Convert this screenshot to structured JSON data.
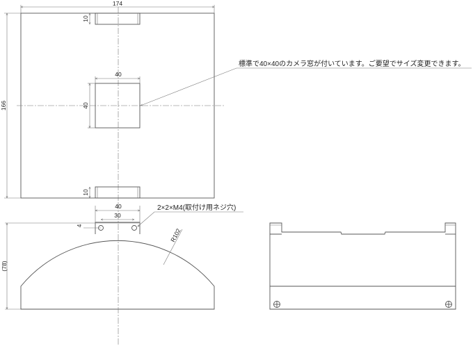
{
  "top_view": {
    "width_dim": "174",
    "height_dim": "166",
    "tab_top_dim": "10",
    "tab_bottom_dim": "10",
    "window_width_dim": "40",
    "window_height_dim": "40",
    "note": "標準で40×40のカメラ窓が付いています。ご要望でサイズ変更できます。"
  },
  "side_view": {
    "mount_width_dim": "40",
    "hole_pitch_dim": "30",
    "hole_offset_dim": "4",
    "height_dim": "(78)",
    "radius_dim": "R102",
    "hole_note": "2×2×M4(取付け用ネジ穴)"
  }
}
